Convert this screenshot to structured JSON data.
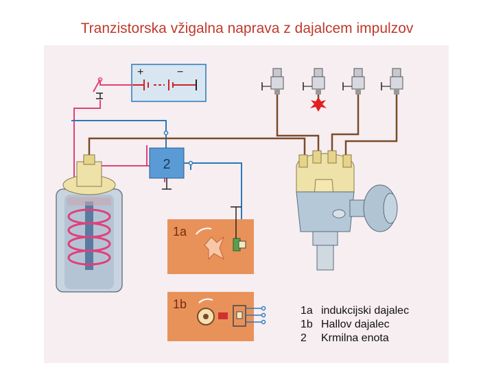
{
  "title": "Tranzistorska vžigalna naprava z dajalcem impulzov",
  "battery": {
    "plus": "+",
    "minus": "−"
  },
  "control_unit": {
    "label": "2"
  },
  "sensor_inductive": {
    "label": "1a"
  },
  "sensor_hall": {
    "label": "1b"
  },
  "legend": [
    {
      "key": "1a",
      "text": "indukcijski dajalec"
    },
    {
      "key": "1b",
      "text": "Hallov dajalec"
    },
    {
      "key": "2",
      "text": "Krmilna enota"
    }
  ],
  "colors": {
    "background": "#f6eef1",
    "wire_pink": "#e0407a",
    "wire_blue": "#2a78b8",
    "wire_brown": "#7a4a2a",
    "sensor_panel": "#e8925a",
    "control_unit": "#5a9bd5",
    "coil_body": "#c8d4e0",
    "title": "#c0392b"
  }
}
